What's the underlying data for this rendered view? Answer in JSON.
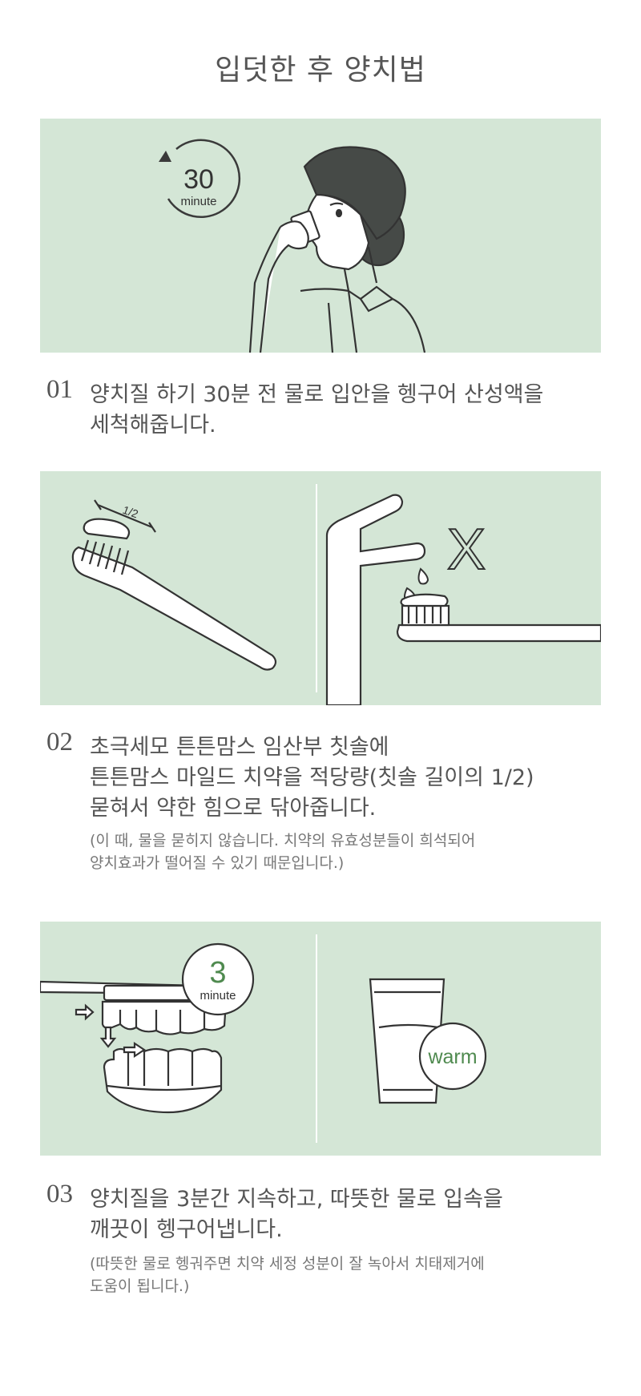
{
  "page": {
    "title": "입덧한 후 양치법"
  },
  "steps": [
    {
      "number": "01",
      "lines": [
        "양치질 하기 30분 전 물로 입안을 헹구어 산성액을",
        "세척해줍니다."
      ],
      "notes": []
    },
    {
      "number": "02",
      "lines": [
        "초극세모 튼튼맘스 임산부 칫솔에",
        "튼튼맘스 마일드 치약을 적당량(칫솔 길이의 1/2)",
        "묻혀서 약한 힘으로 닦아줍니다."
      ],
      "notes": [
        "(이 때, 물을 묻히지 않습니다. 치약의 유효성분들이 희석되어",
        "양치효과가 떨어질 수 있기 때문입니다.)"
      ]
    },
    {
      "number": "03",
      "lines": [
        "양치질을 3분간 지속하고, 따뜻한 물로 입속을",
        "깨끗이 헹구어냅니다."
      ],
      "notes": [
        "(따뜻한 물로 헹궈주면 치약 세정 성분이 잘 녹아서 치태제거에",
        "도움이 됩니다.)"
      ]
    }
  ],
  "illustrations": {
    "timer1": {
      "value": "30",
      "unit": "minute"
    },
    "paste_amount": "1/2",
    "no_water_mark": "X",
    "timer2": {
      "value": "3",
      "unit": "minute"
    },
    "water_temp": "warm"
  },
  "colors": {
    "panel_bg": "#d4e6d6",
    "line": "#3a3a3a",
    "hair": "#464a47",
    "accent_green": "#4f8a4f"
  },
  "icons": [
    "counterclockwise-arrow-icon",
    "toothbrush-icon",
    "faucet-icon",
    "water-drop-icon",
    "teeth-icon",
    "glass-icon"
  ]
}
